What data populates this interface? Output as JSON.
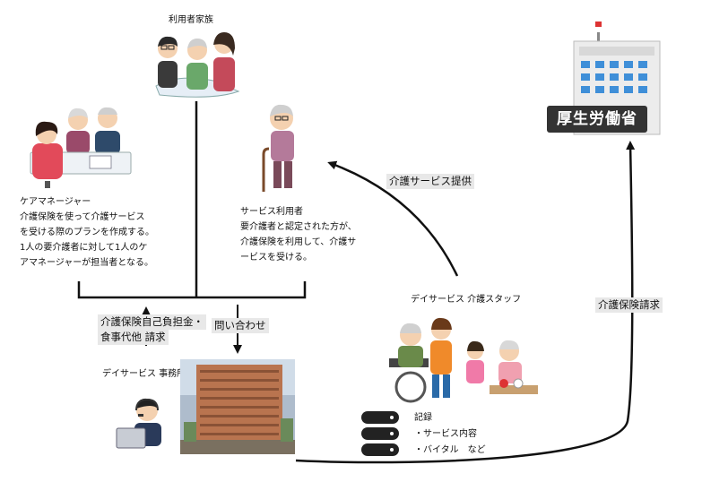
{
  "family": {
    "label": "利用者家族"
  },
  "care_manager": {
    "title": "ケアマネージャー",
    "lines": [
      "介護保険を使って介護サービス",
      "を受ける際のプランを作成する。",
      "1人の要介護者に対して1人のケ",
      "アマネージャーが担当者となる。"
    ]
  },
  "service_user": {
    "title": "サービス利用者",
    "lines": [
      "要介護者と認定された方が、",
      "介護保険を利用して、介護サ",
      "ービスを受ける。"
    ]
  },
  "ministry": {
    "label": "厚生労働省"
  },
  "flows": {
    "care_service_provision": "介護サービス提供",
    "insurance_claim": "介護保険請求",
    "copay_line1": "介護保険自己負担金・",
    "copay_line2": "食事代他  請求",
    "inquiry": "問い合わせ"
  },
  "staff": {
    "label": "デイサービス 介護スタッフ"
  },
  "office": {
    "label": "デイサービス 事務所"
  },
  "records": {
    "title": "記録",
    "items": [
      "・サービス内容",
      "・バイタル　など"
    ]
  },
  "colors": {
    "line": "#111111",
    "building": "#b9744f",
    "ministry_blue": "#3f8fd8"
  }
}
